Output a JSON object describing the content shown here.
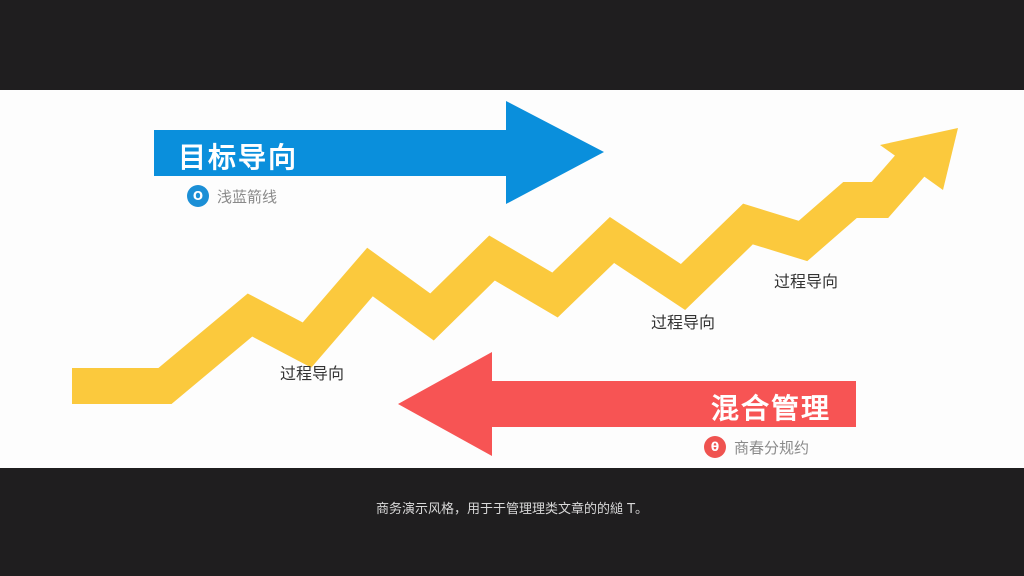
{
  "top_block": {
    "title": "目标导向",
    "subtitle": "浅蓝箭线",
    "icon_glyph": "O",
    "color": "#0a8fdc"
  },
  "bottom_block": {
    "title": "混合管理",
    "subtitle": "商春分规约",
    "icon_glyph": "θ",
    "color": "#f75454"
  },
  "zigzag": {
    "color": "#fbc93d",
    "labels": [
      "过程导向",
      "过程导向",
      "过程导向"
    ]
  },
  "caption": "商务演示风格，用于于管理理类文章的的縋 T。",
  "background": {
    "frame": "#1f1e1f",
    "slide": "#fdfdfd"
  }
}
